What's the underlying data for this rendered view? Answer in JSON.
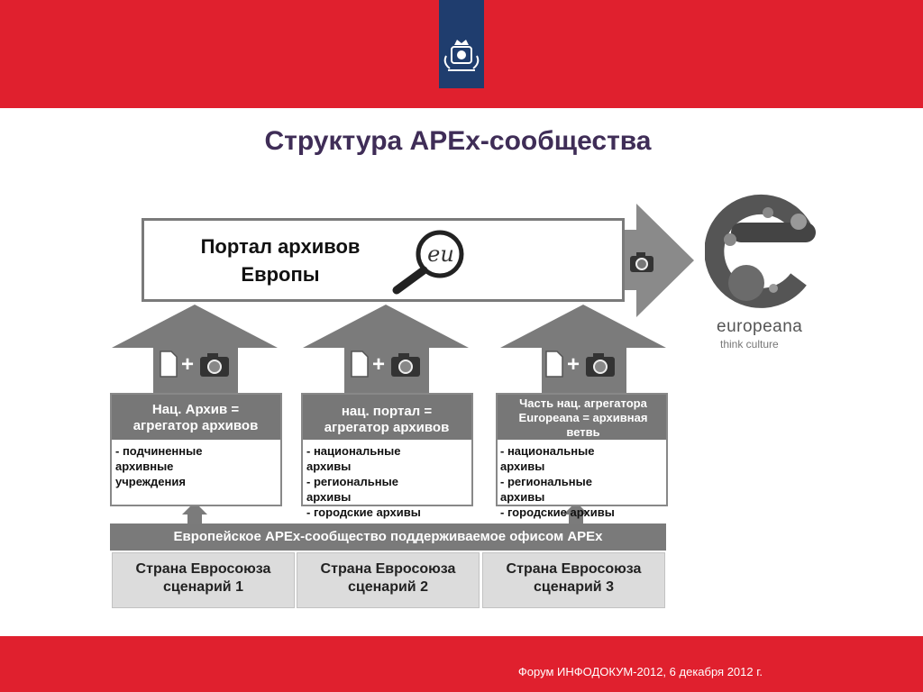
{
  "title": "Структура APEx-сообщества",
  "portal": {
    "label": "Портал архивов Европы",
    "logo_text": "eu"
  },
  "plus_sign": "+",
  "boxes": [
    {
      "head": "Нац. Архив = агрегатор архивов",
      "list": "- подчиненные\nархивные\nучреждения"
    },
    {
      "head": "нац. портал = агрегатор архивов",
      "list": "- национальные\nархивы\n- региональные\nархивы\n- городские архивы\n- прочее"
    },
    {
      "head": "Часть нац. агрегатора Europeana = архивная ветвь",
      "list": "- национальные\nархивы\n- региональные\nархивы\n- городские архивы\n- прочее"
    }
  ],
  "support": "Европейское APEx-сообщество поддерживаемое офисом APEx",
  "scenarios": [
    "Страна Евросоюза сценарий 1",
    "Страна Евросоюза сценарий 2",
    "Страна Евросоюза сценарий 3"
  ],
  "europeana": {
    "name": "europeana",
    "tagline": "think culture"
  },
  "footer": "Форум ИНФОДОКУМ-2012, 6 декабря 2012 г.",
  "colors": {
    "band": "#e0202e",
    "title": "#3f2d57",
    "arrow": "#7b7b7b",
    "emblem": "#1f3d6e"
  },
  "icons": [
    "document-icon",
    "camera-icon",
    "magnifier-icon",
    "crown-emblem-icon",
    "europeana-logo-icon"
  ]
}
